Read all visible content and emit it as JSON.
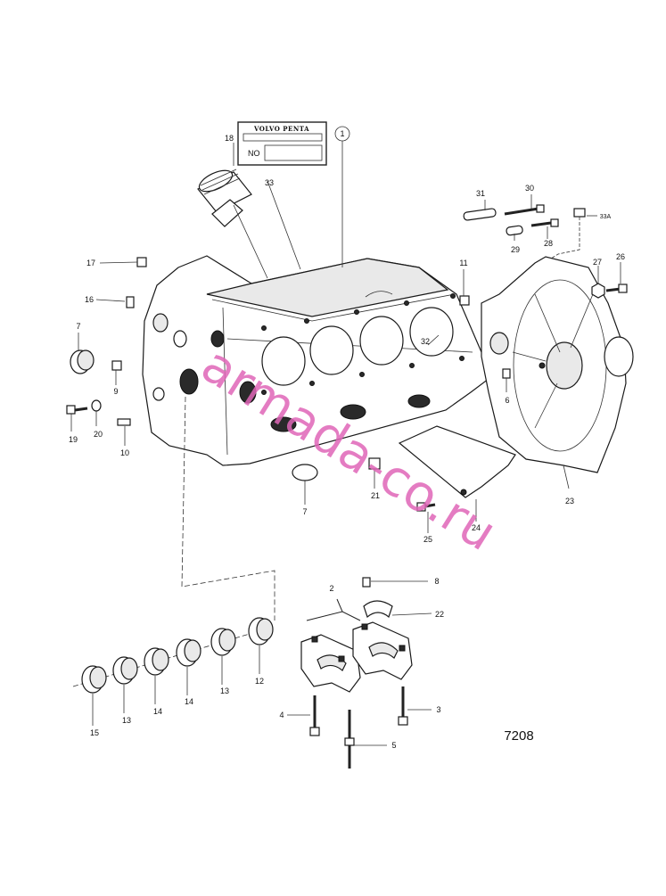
{
  "diagram": {
    "drawing_number": "7208",
    "nameplate": {
      "brand": "VOLVO PENTA",
      "field_label": "NO"
    },
    "watermark": "armada-co.ru",
    "callouts": {
      "c1": "1",
      "c2": "2",
      "c3": "3",
      "c4": "4",
      "c5": "5",
      "c6": "6",
      "c7a": "7",
      "c7b": "7",
      "c8": "8",
      "c9": "9",
      "c10": "10",
      "c11": "11",
      "c12": "12",
      "c13a": "13",
      "c13b": "13",
      "c14a": "14",
      "c14b": "14",
      "c15": "15",
      "c16": "16",
      "c17": "17",
      "c18": "18",
      "c19": "19",
      "c20": "20",
      "c21": "21",
      "c22": "22",
      "c23": "23",
      "c24": "24",
      "c25": "25",
      "c26": "26",
      "c27": "27",
      "c28": "28",
      "c29": "29",
      "c30": "30",
      "c31": "31",
      "c32": "32",
      "c33": "33",
      "c33a": "33A"
    }
  }
}
